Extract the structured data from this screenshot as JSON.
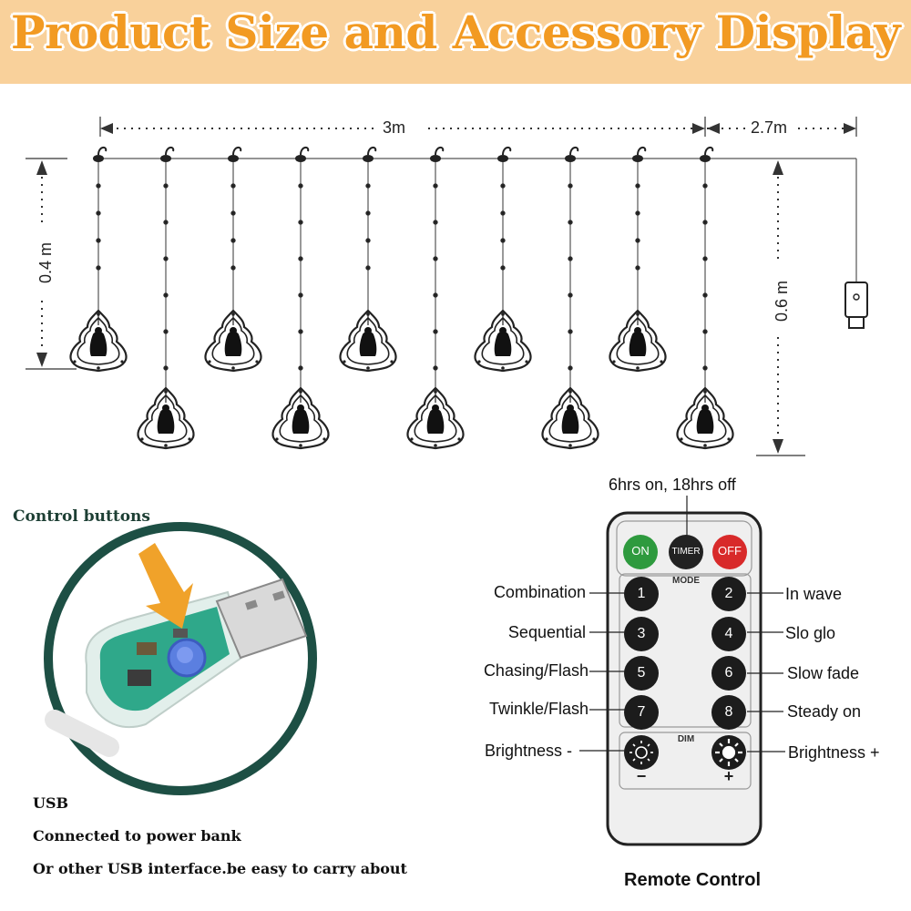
{
  "banner": {
    "title": "Product Size and Accessory Display"
  },
  "dimensions": {
    "width_main": "3m",
    "width_cable": "2.7m",
    "height_short": "0.4 m",
    "height_long": "0.6 m"
  },
  "timer_note": "6hrs on, 18hrs off",
  "control": {
    "title": "Control buttons"
  },
  "usb": {
    "line1": "USB",
    "line2": "Connected to power bank",
    "line3": "Or other USB interface.be easy to carry about"
  },
  "remote": {
    "caption": "Remote Control",
    "on": "ON",
    "timer": "TIMER",
    "off": "OFF",
    "mode": "MODE",
    "dim": "DIM",
    "minus": "−",
    "plus": "+",
    "buttons": [
      "1",
      "2",
      "3",
      "4",
      "5",
      "6",
      "7",
      "8"
    ],
    "labels_left": [
      "Combination",
      "Sequential",
      "Chasing/Flash",
      "Twinkle/Flash",
      "Brightness -"
    ],
    "labels_right": [
      "In wave",
      "Slo glo",
      "Slow fade",
      "Steady on",
      "Brightness +"
    ]
  },
  "colors": {
    "banner_bg": "#f9d19b",
    "banner_text": "#f29a22",
    "on": "#2e9a3e",
    "off": "#d82a2a",
    "circle": "#1d4f44",
    "arrow": "#f0a22a"
  }
}
